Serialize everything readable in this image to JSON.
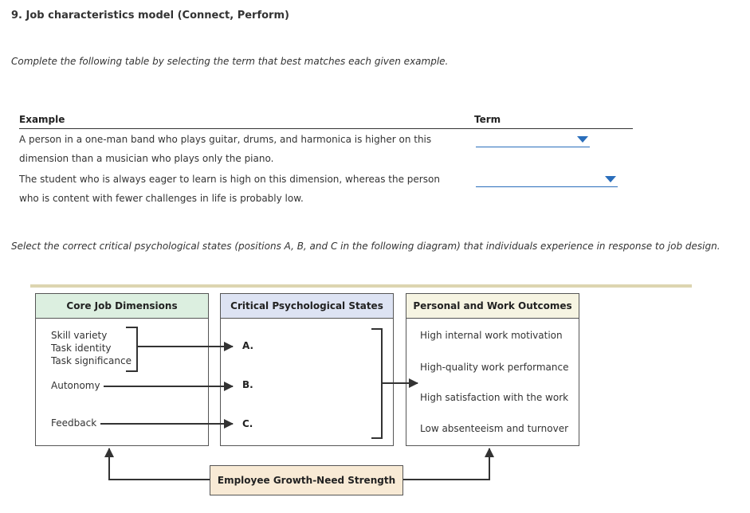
{
  "question": {
    "title": "9. Job characteristics model (Connect, Perform)",
    "instruction": "Complete the following table by selecting the term that best matches each given example."
  },
  "table": {
    "headers": {
      "example": "Example",
      "term": "Term"
    },
    "rows": [
      {
        "example": "A person in a one-man band who plays guitar, drums, and harmonica is higher on this dimension than a musician who plays only the piano.",
        "term_value": ""
      },
      {
        "example": "The student who is always eager to learn is high on this dimension, whereas the person who is content with fewer challenges in life is probably low.",
        "term_value": ""
      }
    ]
  },
  "diagram": {
    "instruction": "Select the correct critical psychological states (positions A, B, and C in the following diagram) that individuals experience in response to job design.",
    "core": {
      "title": "Core Job Dimensions",
      "items": [
        "Skill variety",
        "Task identity",
        "Task significance",
        "Autonomy",
        "Feedback"
      ]
    },
    "critical": {
      "title": "Critical Psychological States",
      "positions": [
        "A.",
        "B.",
        "C."
      ]
    },
    "outcomes": {
      "title": "Personal and Work Outcomes",
      "items": [
        "High internal work motivation",
        "High-quality work performance",
        "High satisfaction with the work",
        "Low absenteeism and turnover"
      ]
    },
    "moderator": "Employee Growth-Need Strength",
    "colors": {
      "core_header": "#dcefe0",
      "critical_header": "#dde3f3",
      "outcomes_header": "#f6f4e2",
      "moderator_bg": "#f8ead5",
      "accent_rule": "#ddd5b0",
      "dropdown": "#2a6ebb"
    }
  }
}
